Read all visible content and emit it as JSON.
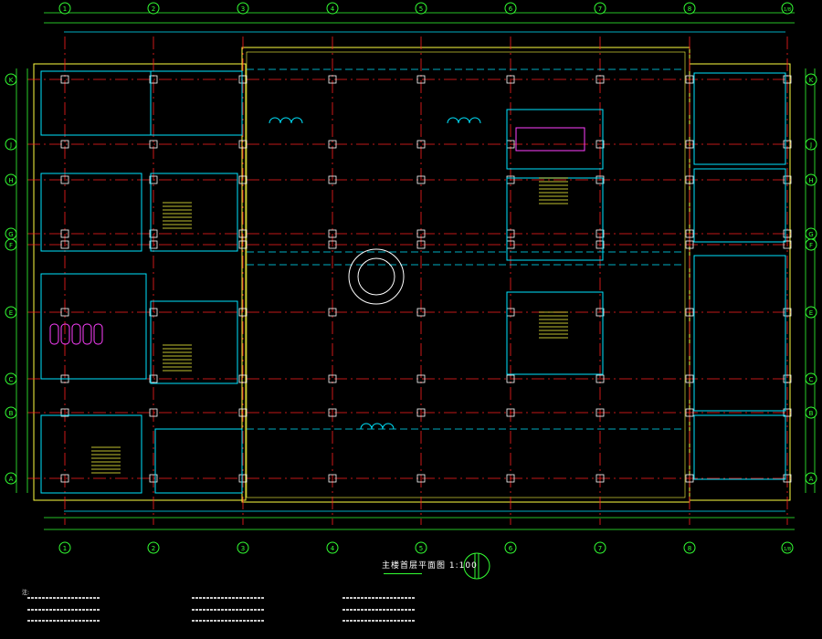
{
  "drawing": {
    "title": "主楼首层平面图",
    "scale": "1:100",
    "notes_heading": "注:",
    "column_axes": [
      "1",
      "2",
      "3",
      "4",
      "5",
      "6",
      "7",
      "8",
      "1/8"
    ],
    "row_axes": [
      "K",
      "J",
      "H",
      "G",
      "F",
      "E",
      "C",
      "B",
      "A"
    ],
    "colors": {
      "axis": "#ff2020",
      "wall": "#ffff40",
      "dimension": "#33ff33",
      "room": "#00e5ff",
      "fixture": "#ff40ff",
      "column": "#ffffff"
    }
  }
}
